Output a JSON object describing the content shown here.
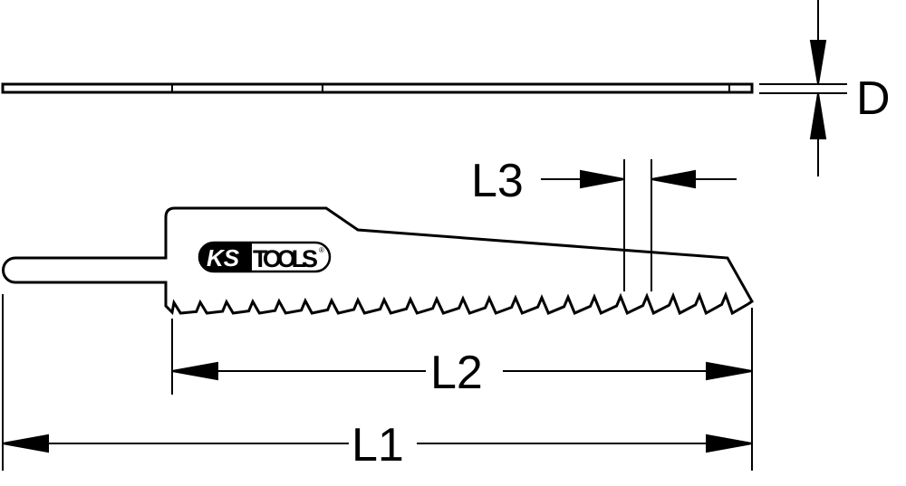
{
  "labels": {
    "d": "D",
    "l1": "L1",
    "l2": "L2",
    "l3": "L3"
  },
  "logo": {
    "text_ks": "KS",
    "text_tools": "TOOLS",
    "mark": "®"
  },
  "colors": {
    "stroke": "#000000",
    "background": "#ffffff"
  }
}
